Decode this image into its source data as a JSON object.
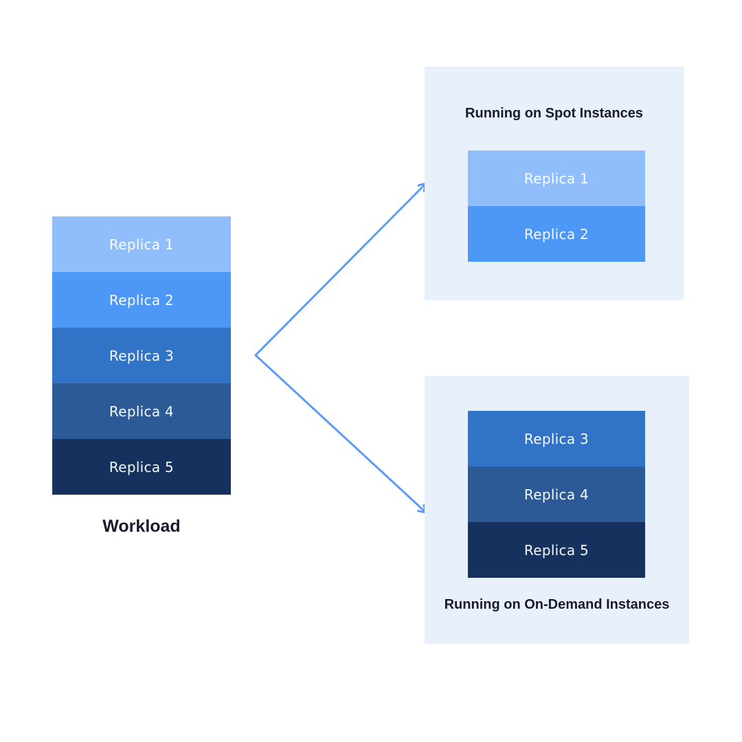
{
  "colors": {
    "background": "#ffffff",
    "panel_bg": "#e8f1fb",
    "arrow": "#5c9cf8",
    "title_text": "#1a1a2e",
    "replica_text": "#ffffff"
  },
  "workload": {
    "label": "Workload",
    "replicas": [
      {
        "label": "Replica 1",
        "color": "#8fbefa"
      },
      {
        "label": "Replica 2",
        "color": "#4d97f6"
      },
      {
        "label": "Replica 3",
        "color": "#3173c6"
      },
      {
        "label": "Replica 4",
        "color": "#2b5a96"
      },
      {
        "label": "Replica 5",
        "color": "#16315e"
      }
    ]
  },
  "spot_panel": {
    "title": "Running on Spot Instances",
    "replicas": [
      {
        "label": "Replica 1",
        "color": "#8fbefa"
      },
      {
        "label": "Replica 2",
        "color": "#4d97f6"
      }
    ]
  },
  "ondemand_panel": {
    "title": "Running on On-Demand Instances",
    "replicas": [
      {
        "label": "Replica 3",
        "color": "#3173c6"
      },
      {
        "label": "Replica 4",
        "color": "#2b5a96"
      },
      {
        "label": "Replica 5",
        "color": "#16315e"
      }
    ]
  }
}
